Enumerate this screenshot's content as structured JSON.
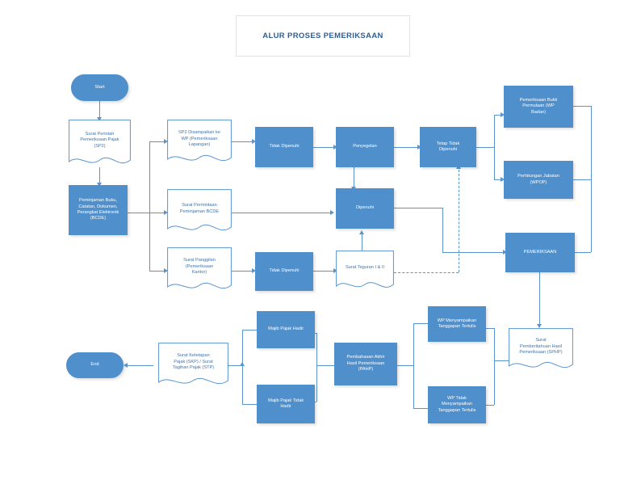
{
  "document": {
    "title": "ALUR PROSES PEMERIKSAAN",
    "background_color": "#ffffff",
    "accent_color": "#4f8fcc",
    "line_color": "#5b93cd",
    "title_color": "#2e5f96"
  },
  "nodes": {
    "start": {
      "label": "Start",
      "shape": "terminator"
    },
    "sp2": {
      "label": "Surat Perintah\nPemeriksaan Pajak\n(SP2)",
      "shape": "document"
    },
    "bcde": {
      "label": "Peminjaman Buku,\nCatatan, Dokumen,\nPerangkat Elektronik\n(BCDE)",
      "shape": "process"
    },
    "sp2_disampaikan": {
      "label": "SP2 Disampaikan ke\nWP (Pemeriksaan\nLapangan)",
      "shape": "document"
    },
    "surat_permintaan": {
      "label": "Surat Permintaan\nPeminjaman BCDE",
      "shape": "document"
    },
    "surat_panggilan": {
      "label": "Surat Panggilan\n(Pemeriksaan\nKantor)",
      "shape": "document"
    },
    "tidak_dipenuhi_1": {
      "label": "Tidak Dipenuhi",
      "shape": "process"
    },
    "tidak_dipenuhi_2": {
      "label": "Tidak Dipenuhi",
      "shape": "process"
    },
    "penyegelan": {
      "label": "Penyegelan",
      "shape": "process"
    },
    "dipenuhi": {
      "label": "Dipenuhi",
      "shape": "process"
    },
    "surat_teguran": {
      "label": "Surat Teguran I & II",
      "shape": "document"
    },
    "tetap_tidak_dipenuhi": {
      "label": "Tetap Tidak\nDipenuhi",
      "shape": "process"
    },
    "bukti_permulaan": {
      "label": "Pemeriksaan Bukti\nPermulaan (WP\nBadan)",
      "shape": "process"
    },
    "perhitungan_jabatan": {
      "label": "Perhitungan Jabatan\n(WPOP)",
      "shape": "process"
    },
    "pemeriksaan": {
      "label": "PEMERIKSAAN",
      "shape": "process"
    },
    "sphp": {
      "label": "Surat\nPemberitahuan Hasil\nPemeriksaan (SPHP)",
      "shape": "document"
    },
    "wp_menyampaikan": {
      "label": "WP Menyampaikan\nTanggapan Tertulis",
      "shape": "process"
    },
    "wp_tidak_menyampaikan": {
      "label": "WP Tidak\nMenyampaikan\nTanggapan Tertulis",
      "shape": "process"
    },
    "pahp": {
      "label": "Pembahasan Akhir\nHasil Pemeriksaan\n(PAHP)",
      "shape": "process"
    },
    "wp_hadir": {
      "label": "Wajib Pajak Hadir",
      "shape": "process"
    },
    "wp_tidak_hadir": {
      "label": "Wajib Pajak Tidak\nHadir",
      "shape": "process"
    },
    "skp_stp": {
      "label": "Surat Ketetapan\nPajak (SKP) / Surat\nTagihan Pajak (STP)",
      "shape": "document"
    },
    "end": {
      "label": "End",
      "shape": "terminator"
    }
  }
}
